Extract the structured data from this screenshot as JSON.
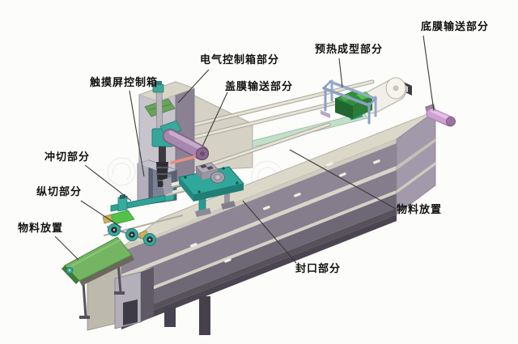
{
  "labels": [
    {
      "id": "bottom-film-conveying",
      "text": "底膜输送部分"
    },
    {
      "id": "preheat-forming",
      "text": "预热成型部分"
    },
    {
      "id": "electrical-control-box",
      "text": "电气控制箱部分"
    },
    {
      "id": "cover-film-conveying",
      "text": "盖膜输送部分"
    },
    {
      "id": "touchscreen-control-box",
      "text": "触摸屏控制箱"
    },
    {
      "id": "punching-section",
      "text": "冲切部分"
    },
    {
      "id": "slitting-section",
      "text": "纵切部分"
    },
    {
      "id": "material-placement-left",
      "text": "物料放置"
    },
    {
      "id": "sealing-section",
      "text": "封口部分"
    },
    {
      "id": "material-placement-right",
      "text": "物料放置"
    }
  ],
  "colors": {
    "background": "#fcfcfa",
    "machine_top": "#dbd8ca",
    "machine_front": "#8e8695",
    "machine_front_mid": "#857d8c",
    "machine_front_dark": "#6e6876",
    "machine_base": "#56515b",
    "machine_end": "#a29aaa",
    "stripe": "#d8d5c9",
    "control_box_light": "#c7c4cb",
    "control_box_side": "#8a8292",
    "teal": "#2fa89b",
    "cover_film_roller": "#a887ae",
    "bottom_film_roller": "#cf9ed2",
    "belt_green": "#74b563",
    "preheat_green": "#2f8f3c",
    "bright_green": "#52c24a",
    "mint_track": "#c2dfc9",
    "frame_blue": "#8ba0c2",
    "label_text": "#111111",
    "leader_line": "#3a3a3a"
  }
}
